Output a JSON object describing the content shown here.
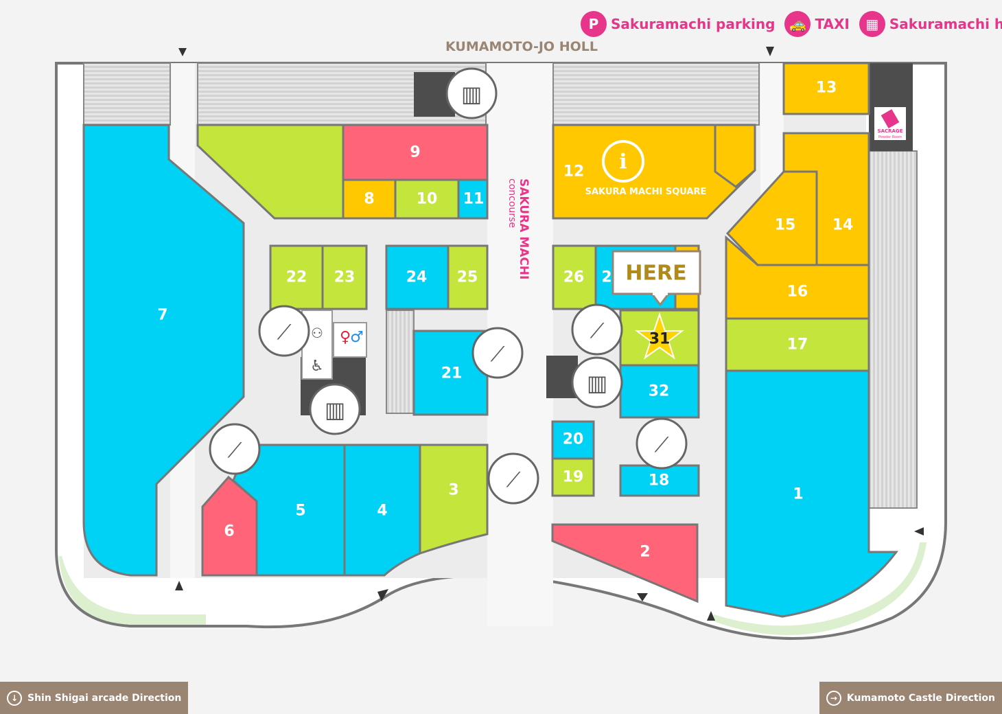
{
  "legend": [
    {
      "icon": "parking-icon",
      "glyph": "P",
      "label": "Sakuramachi parking"
    },
    {
      "icon": "taxi-icon",
      "glyph": "🚕",
      "label": "TAXI"
    },
    {
      "icon": "building-icon",
      "glyph": "▦",
      "label": "Sakuramachi hills"
    }
  ],
  "labels": {
    "top_street": "KUMAMOTO-JO HOLL",
    "concourse_line1": "SAKURA MACHI",
    "concourse_line2": "concourse",
    "square": "SAKURA MACHI SQUARE",
    "here": "HERE",
    "sacrage_line1": "SACRAGE",
    "sacrage_line2": "Powder Room",
    "info_glyph": "i"
  },
  "directions": {
    "left": "Shin Shigai arcade Direction",
    "right": "Kumamoto Castle Direction"
  },
  "stores": [
    "1",
    "2",
    "3",
    "4",
    "5",
    "6",
    "7",
    "8",
    "9",
    "10",
    "11",
    "12",
    "13",
    "14",
    "15",
    "16",
    "17",
    "18",
    "19",
    "20",
    "21",
    "22",
    "23",
    "24",
    "25",
    "26",
    "2",
    "31",
    "32"
  ],
  "colors": {
    "blue": "#00d2f5",
    "green": "#c4e63c",
    "yellow": "#ffc800",
    "red": "#ff6478",
    "gray": "#4d4d4d",
    "accent": "#e6358a",
    "brown": "#9a8573"
  }
}
